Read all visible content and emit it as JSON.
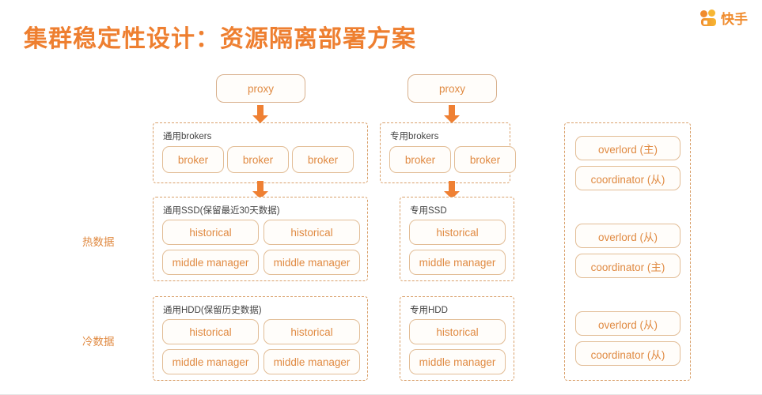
{
  "header": {
    "title": "集群稳定性设计：资源隔离部署方案",
    "brand": "快手",
    "logo_icon": "kuaishou-logo-icon",
    "title_color": "#ee7f30"
  },
  "side_labels": [
    {
      "text": "热数据"
    },
    {
      "text": "冷数据"
    }
  ],
  "proxies": [
    {
      "label": "proxy"
    },
    {
      "label": "proxy"
    }
  ],
  "arrow_icon": "arrow-down-icon",
  "groups": {
    "general_brokers": {
      "label": "通用brokers",
      "nodes": [
        {
          "label": "broker"
        },
        {
          "label": "broker"
        },
        {
          "label": "broker"
        }
      ]
    },
    "dedicated_brokers": {
      "label": "专用brokers",
      "nodes": [
        {
          "label": "broker"
        },
        {
          "label": "broker"
        }
      ]
    },
    "general_ssd": {
      "label": "通用SSD(保留最近30天数据)",
      "nodes": [
        {
          "label": "historical"
        },
        {
          "label": "historical"
        },
        {
          "label": "middle manager"
        },
        {
          "label": "middle manager"
        }
      ]
    },
    "dedicated_ssd": {
      "label": "专用SSD",
      "nodes": [
        {
          "label": "historical"
        },
        {
          "label": "middle manager"
        }
      ]
    },
    "general_hdd": {
      "label": "通用HDD(保留历史数据)",
      "nodes": [
        {
          "label": "historical"
        },
        {
          "label": "historical"
        },
        {
          "label": "middle manager"
        },
        {
          "label": "middle manager"
        }
      ]
    },
    "dedicated_hdd": {
      "label": "专用HDD",
      "nodes": [
        {
          "label": "historical"
        },
        {
          "label": "middle manager"
        }
      ]
    },
    "master_column": {
      "label": "",
      "nodes": [
        {
          "label": "overlord (主)"
        },
        {
          "label": "coordinator (从)"
        },
        {
          "label": "overlord (从)"
        },
        {
          "label": "coordinator (主)"
        },
        {
          "label": "overlord (从)"
        },
        {
          "label": "coordinator (从)"
        }
      ]
    }
  },
  "colors": {
    "accent": "#ee7f30",
    "node_text": "#e08a42",
    "node_border": "#e2bd96",
    "group_border": "#d9a06a",
    "label_text": "#444444"
  }
}
